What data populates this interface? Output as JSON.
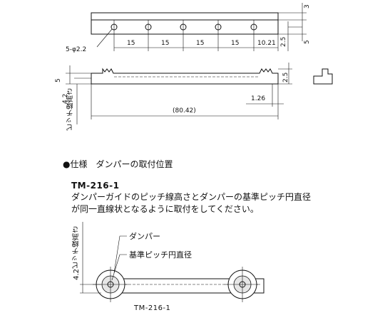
{
  "top_view": {
    "hole_callout": "5-φ2.2",
    "pitch_labels": [
      "15",
      "15",
      "15",
      "15"
    ],
    "end_label": "10.21",
    "right_dims": [
      "3",
      "2.5",
      "5"
    ]
  },
  "side_view": {
    "left_height": "5",
    "right_height": "2.5",
    "pitch_height": "4.2",
    "pitch_line_label": "ピッチ線高さ",
    "offset_label": "1.26",
    "length_label": "(80.42)"
  },
  "spec": {
    "title": "●仕様　ダンパーの取付位置",
    "model": "TM-216-1",
    "description_line1": "ダンパーガイドのピッチ線高さとダンパーの基準ピッチ円直径",
    "description_line2": "が同一直線状となるように取付をしてください。"
  },
  "bottom": {
    "pitch_label": "4.2ピッチ線高さ",
    "damper_label": "ダンパー",
    "pitch_circle_label": "基準ピッチ円直径",
    "caption": "TM-216-1"
  }
}
